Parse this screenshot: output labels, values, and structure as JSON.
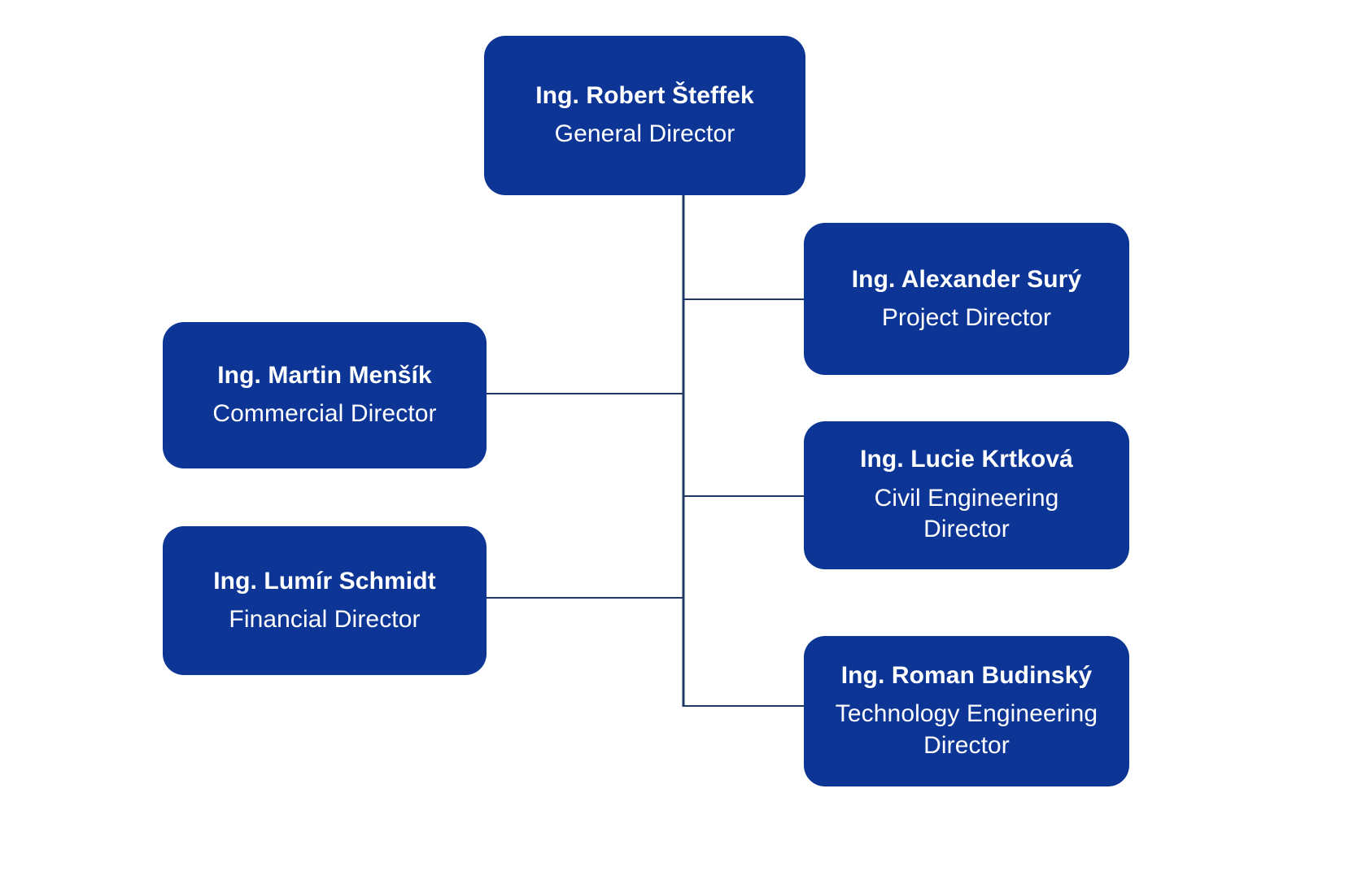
{
  "chart_data": {
    "type": "diagram",
    "diagram_type": "organizational-chart",
    "title": "",
    "orientation": "root-top-with-left-and-right-branches",
    "accent_color": "#0D3595",
    "connector_color": "#1F3864",
    "node_text_color": "#FFFFFF",
    "background_color": "#FFFFFF",
    "nodes": [
      {
        "id": "general-director",
        "name": "Ing. Robert Šteffek",
        "title": "General Director",
        "level": 0,
        "side": "center"
      },
      {
        "id": "project-director",
        "name": "Ing. Alexander Surý",
        "title": "Project Director",
        "level": 1,
        "side": "right"
      },
      {
        "id": "commercial-director",
        "name": "Ing. Martin Menšík",
        "title": "Commercial Director",
        "level": 1,
        "side": "left"
      },
      {
        "id": "civil-director",
        "name": "Ing. Lucie Krtková",
        "title": "Civil Engineering Director",
        "level": 1,
        "side": "right"
      },
      {
        "id": "financial-director",
        "name": "Ing. Lumír Schmidt",
        "title": "Financial Director",
        "level": 1,
        "side": "left"
      },
      {
        "id": "technology-director",
        "name": "Ing. Roman Budinský",
        "title": "Technology Engineering Director",
        "level": 1,
        "side": "right"
      }
    ],
    "edges": [
      {
        "from": "general-director",
        "to": "project-director"
      },
      {
        "from": "general-director",
        "to": "commercial-director"
      },
      {
        "from": "general-director",
        "to": "civil-director"
      },
      {
        "from": "general-director",
        "to": "financial-director"
      },
      {
        "from": "general-director",
        "to": "technology-director"
      }
    ]
  },
  "nodes": {
    "general_director": {
      "name": "Ing. Robert Šteffek",
      "title": "General Director"
    },
    "project_director": {
      "name": "Ing. Alexander Surý",
      "title": "Project Director"
    },
    "commercial_director": {
      "name": "Ing. Martin Menšík",
      "title": "Commercial Director"
    },
    "civil_engineering_director": {
      "name": "Ing. Lucie Krtková",
      "title": "Civil Engineering Director"
    },
    "financial_director": {
      "name": "Ing. Lumír Schmidt",
      "title": "Financial Director"
    },
    "technology_engineering_director": {
      "name": "Ing. Roman Budinský",
      "title": "Technology Engineering Director"
    }
  }
}
